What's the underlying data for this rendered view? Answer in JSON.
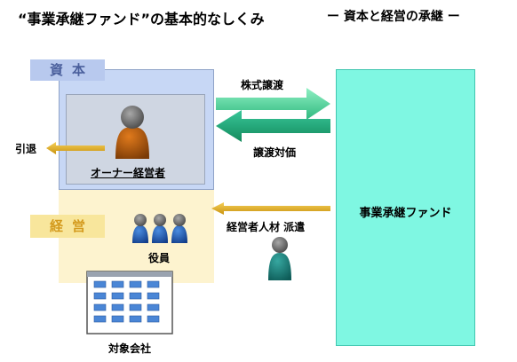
{
  "header": {
    "title": "“事業承継ファンド”の基本的なしくみ",
    "subtitle": "ー 資本と経営の承継 ー"
  },
  "capital_tag": "資本",
  "management_tag": "経営",
  "owner_label": "オーナー経営者",
  "retire_label": "引退",
  "officers_label": "役員",
  "company_label": "対象会社",
  "fund_label": "事業承継ファンド",
  "arrows": {
    "stock_transfer": "株式譲渡",
    "transfer_price": "譲渡対価",
    "dispatch": "経営者人材 派遣"
  },
  "colors": {
    "capital_bg": "#c7d7f5",
    "management_bg": "#fdf3cf",
    "fund_bg": "#7ff7e2",
    "arrow_green": "#2dbf86",
    "arrow_orange": "#d4a21b"
  }
}
